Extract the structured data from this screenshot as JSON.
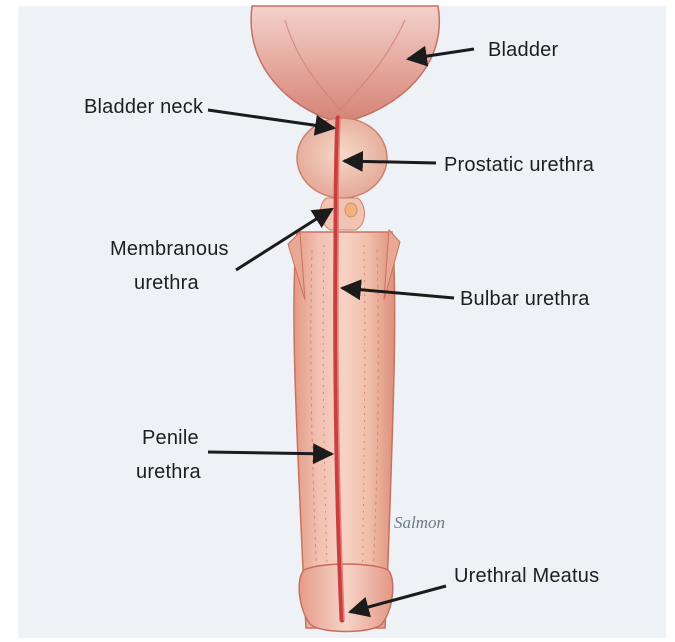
{
  "labels": {
    "bladder": "Bladder",
    "bladder_neck": "Bladder neck",
    "prostatic_urethra": "Prostatic urethra",
    "membranous_urethra_line1": "Membranous",
    "membranous_urethra_line2": "urethra",
    "bulbar_urethra": "Bulbar urethra",
    "penile_urethra_line1": "Penile",
    "penile_urethra_line2": "urethra",
    "urethral_meatus": "Urethral Meatus"
  },
  "signature": "Salmon",
  "colors": {
    "background": "#eef2f6",
    "tissue": "#eeb29f",
    "urethra": "#c83f3f",
    "bladder": "#e6aba0",
    "label_text": "#1e1e1e",
    "arrow": "#1b1b1b"
  }
}
